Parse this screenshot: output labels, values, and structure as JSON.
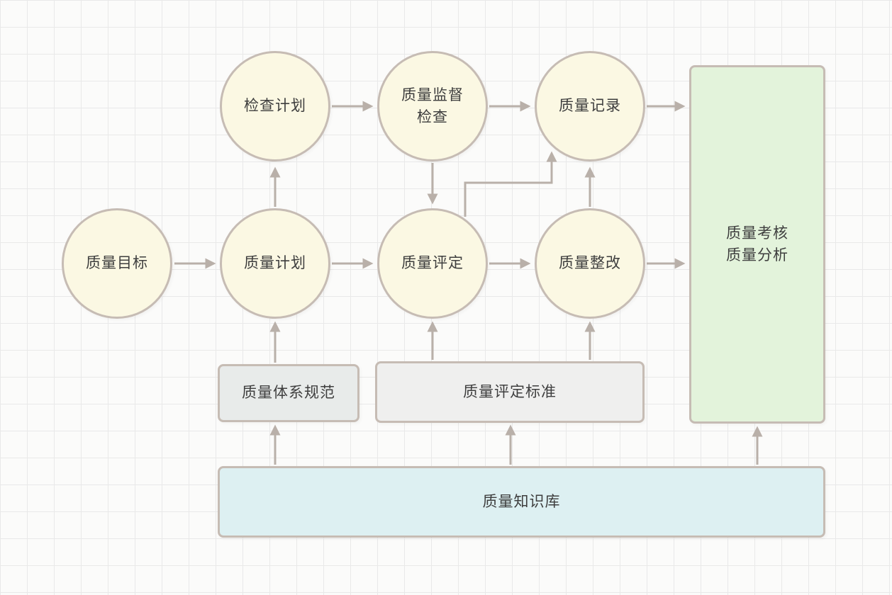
{
  "diagram": {
    "nodes": {
      "quality_goal": "质量目标",
      "quality_plan": "质量计划",
      "quality_assessment": "质量评定",
      "quality_rectification": "质量整改",
      "inspection_plan": "检查计划",
      "supervision_inspection": "质量监督\n检查",
      "quality_record": "质量记录",
      "assessment_analysis": "质量考核\n质量分析",
      "quality_system_spec": "质量体系规范",
      "assessment_standard": "质量评定标准",
      "knowledge_base": "质量知识库"
    },
    "colors": {
      "circle_fill": "#FBF8E3",
      "shape_border": "#C6BCB4",
      "green_fill": "#E3F3DB",
      "gray_fill": "#E8EBEA",
      "lightgray_fill": "#EFEFEE",
      "cyan_fill": "#DDF0F2",
      "arrow": "#B9B0A9",
      "text": "#3E3E3E",
      "grid_line": "#E9E9E9",
      "canvas_bg": "#FBFBFA"
    }
  }
}
